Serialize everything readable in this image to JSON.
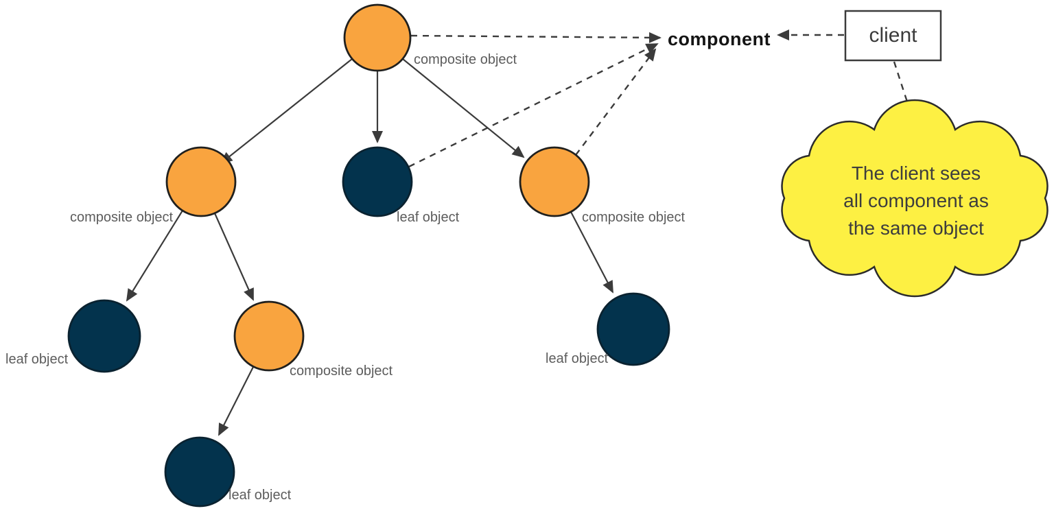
{
  "diagram": {
    "nodes": [
      {
        "id": "root",
        "type": "composite",
        "label": "composite object"
      },
      {
        "id": "l2-left",
        "type": "composite",
        "label": "composite object"
      },
      {
        "id": "l2-middle",
        "type": "leaf",
        "label": "leaf object"
      },
      {
        "id": "l2-right",
        "type": "composite",
        "label": "composite object"
      },
      {
        "id": "l3-left",
        "type": "leaf",
        "label": "leaf object"
      },
      {
        "id": "l3-middle",
        "type": "composite",
        "label": "composite object"
      },
      {
        "id": "l3-right",
        "type": "leaf",
        "label": "leaf object"
      },
      {
        "id": "l4-leaf",
        "type": "leaf",
        "label": "leaf object"
      }
    ],
    "component_label": "component",
    "client_label": "client",
    "cloud": {
      "lines": [
        "The client sees",
        "all component as",
        "the same object"
      ]
    },
    "colors": {
      "composite_fill": "#F9A43F",
      "leaf_fill": "#03334D",
      "cloud_fill": "#FDF043",
      "line": "#3B3B3B",
      "label_text": "#5C5C5C"
    }
  }
}
